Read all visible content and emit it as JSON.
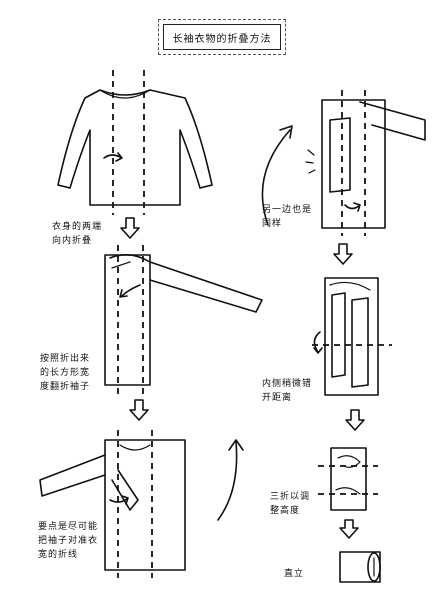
{
  "title": "长袖衣物的折叠方法",
  "notes": {
    "step1": [
      "衣身的两端",
      "向内折叠"
    ],
    "step2": [
      "按照折出来",
      "的长方形宽",
      "度翻折袖子"
    ],
    "step3": [
      "要点是尽可能",
      "把袖子对准衣",
      "宽的折线"
    ],
    "step4": [
      "另一边也是",
      "同样"
    ],
    "step5": [
      "内侧稍微错",
      "开距离"
    ],
    "step6": [
      "三折以调",
      "整高度"
    ],
    "step7": [
      "直立"
    ]
  }
}
